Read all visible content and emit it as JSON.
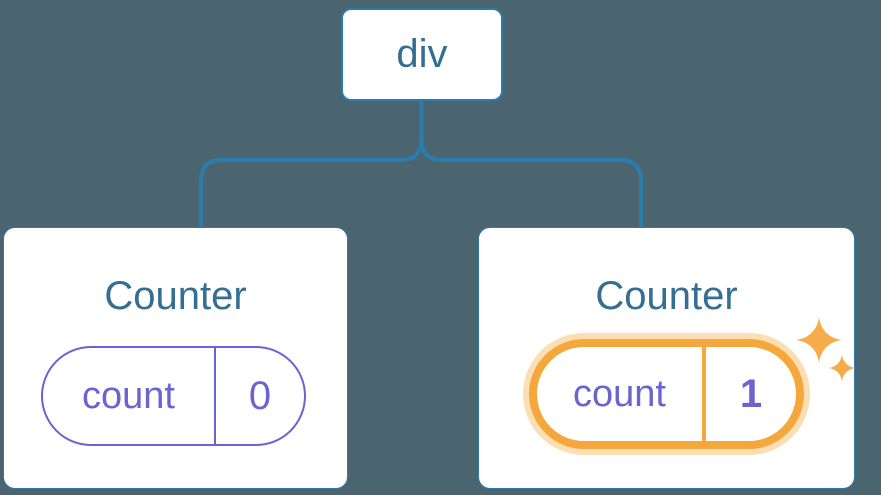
{
  "tree": {
    "root": {
      "label": "div"
    },
    "children": [
      {
        "title": "Counter",
        "state": {
          "key": "count",
          "value": "0"
        },
        "highlighted": false
      },
      {
        "title": "Counter",
        "state": {
          "key": "count",
          "value": "1"
        },
        "highlighted": true
      }
    ]
  },
  "colors": {
    "background": "#4B6570",
    "connector_blue": "#2B7CAD",
    "title_blue": "#346E92",
    "state_purple": "#6B63D2",
    "highlight_orange": "#F5A73B",
    "sparkle_orange": "#F6AC49",
    "card_white": "#FFFFFF"
  }
}
